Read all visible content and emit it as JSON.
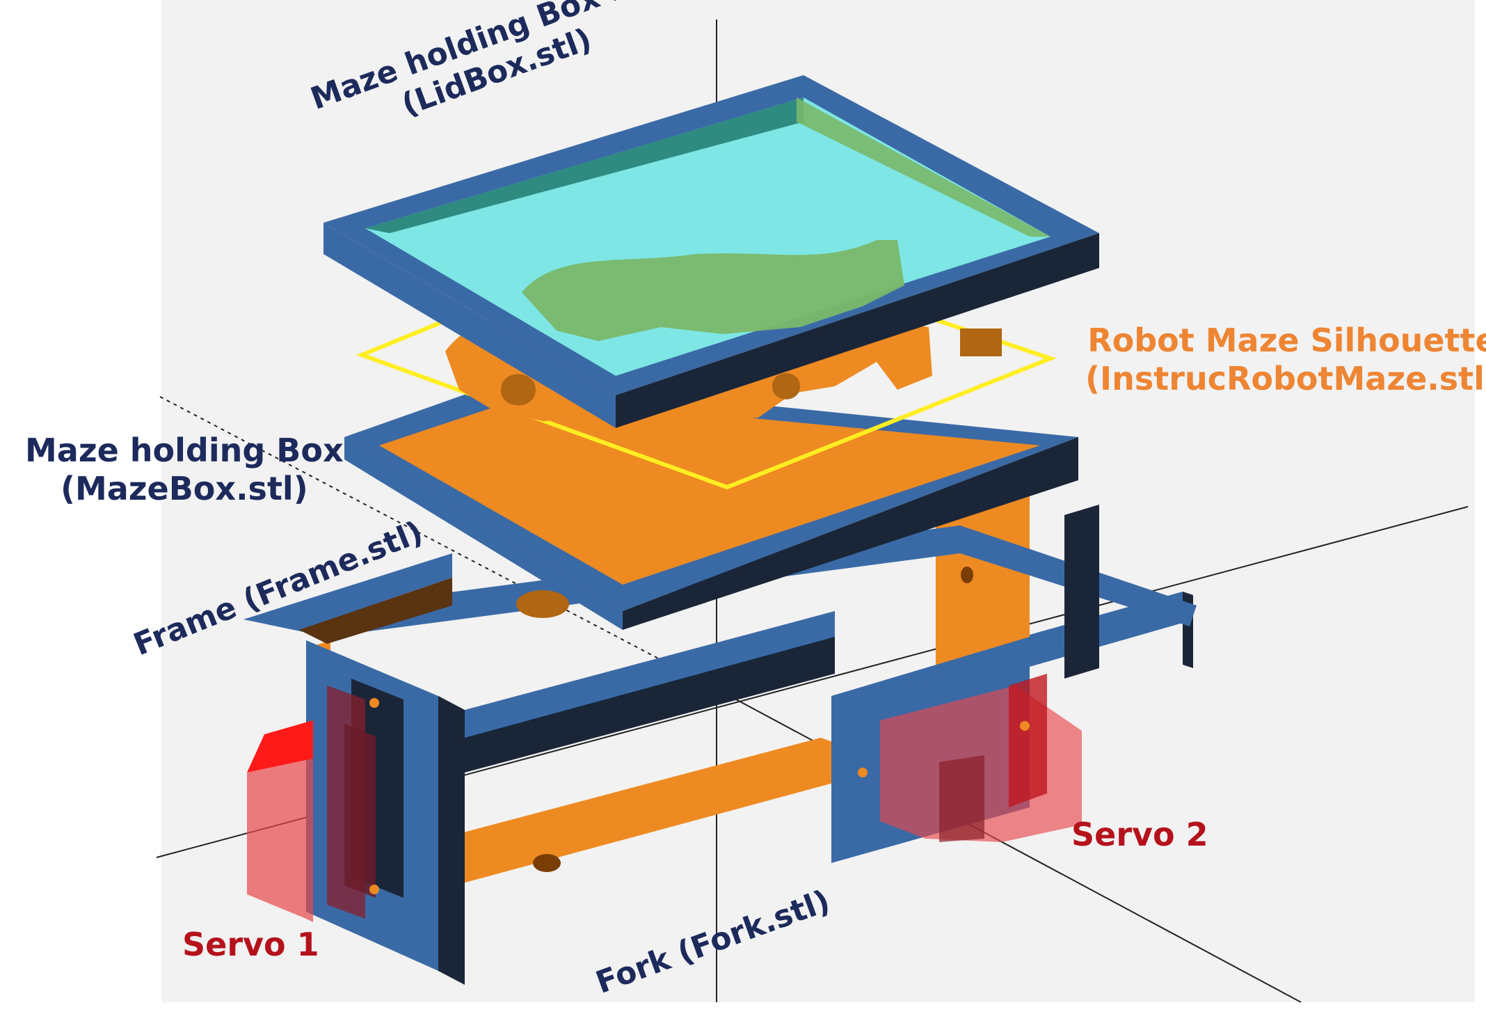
{
  "labels": {
    "lid": {
      "line1": "Maze  holding Box Lid",
      "line2": "(LidBox.stl)"
    },
    "silhouette": {
      "line1": "Robot Maze Silhouette",
      "line2": "(InstrucRobotMaze.stl)"
    },
    "mazebox": {
      "line1": "Maze  holding Box",
      "line2": "(MazeBox.stl)"
    },
    "frame": "Frame (Frame.stl)",
    "fork": "Fork (Fork.stl)",
    "servo1": "Servo 1",
    "servo2": "Servo 2"
  },
  "colors": {
    "background": "#f2f2f2",
    "frame_blue": "#3a6aa6",
    "frame_dark": "#1a2638",
    "orange": "#ee8a22",
    "orange_dark": "#9c5608",
    "cyan_glass": "#7ee6e4",
    "maze_green": "#7ab86a",
    "outline_yellow": "#ffee22",
    "servo_red": "#e8474b",
    "label_navy": "#1c2a5c",
    "label_orange": "#ee8533",
    "label_red": "#b5121b"
  }
}
